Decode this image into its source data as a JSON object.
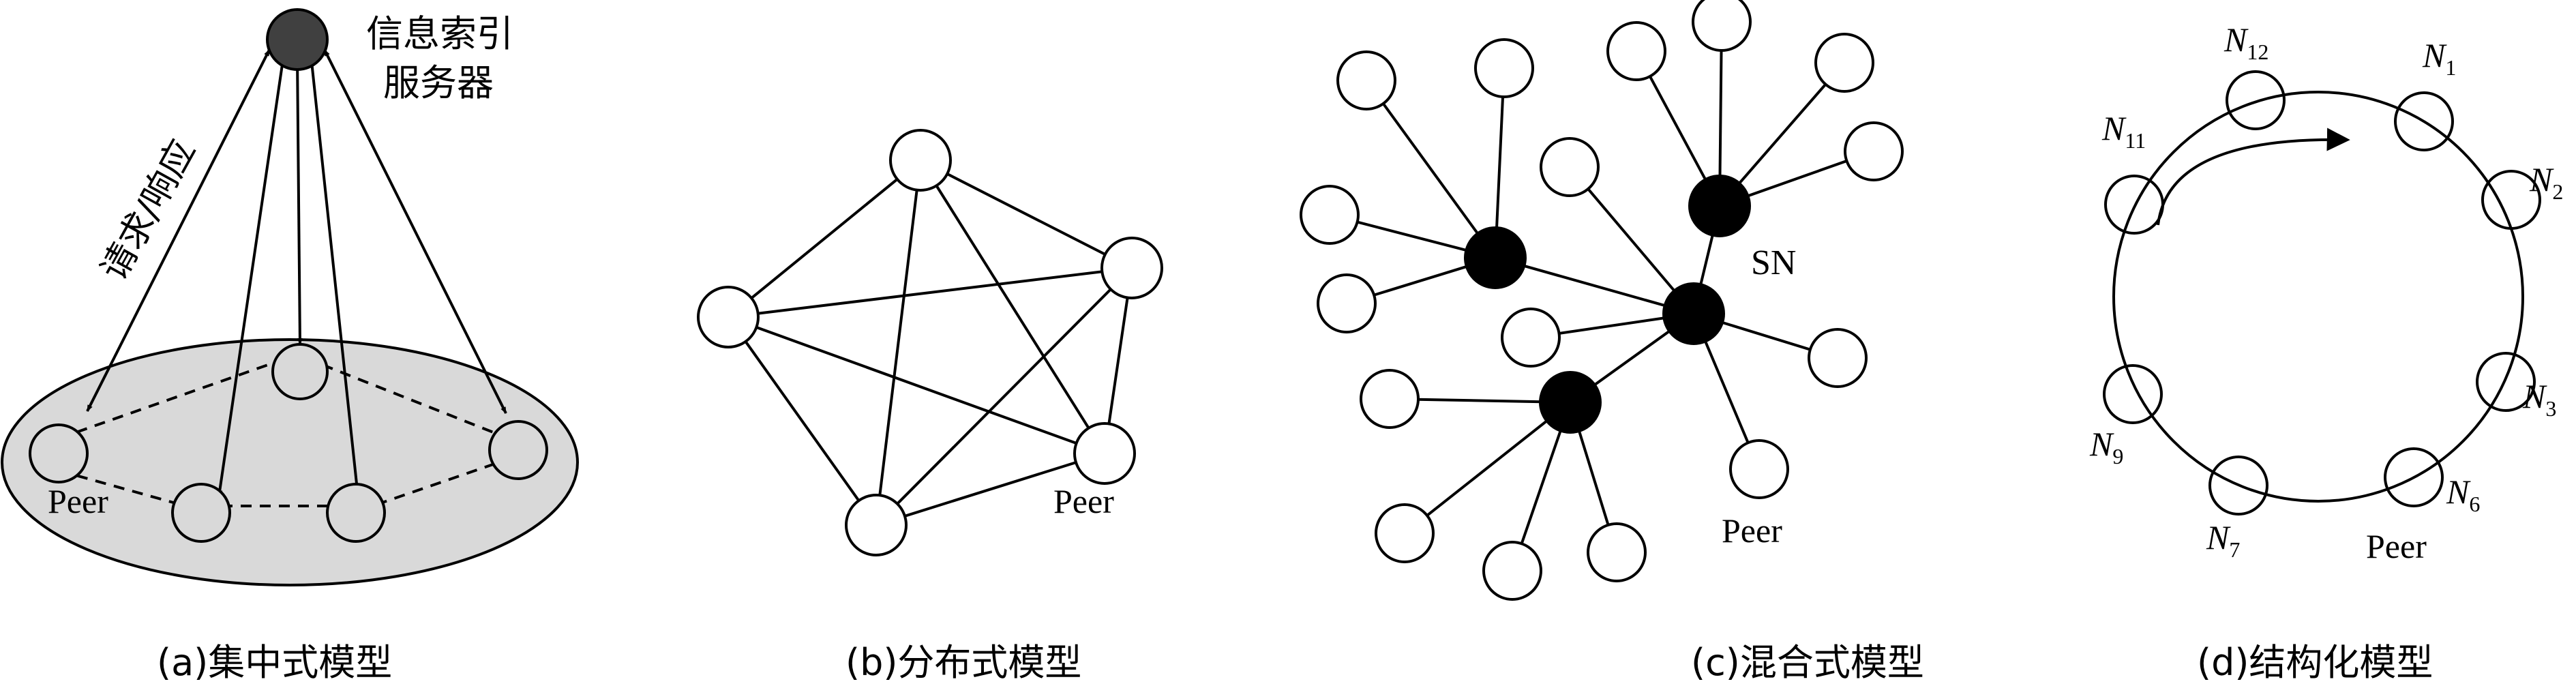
{
  "figure": {
    "panel_a": {
      "server_label_line1": "信息索引",
      "server_label_line2": "服务器",
      "edge_label": "请求/响应",
      "peer_label": "Peer",
      "caption": "(a)集中式模型"
    },
    "panel_b": {
      "peer_label": "Peer",
      "caption": "(b)分布式模型"
    },
    "panel_c": {
      "sn_label": "SN",
      "peer_label": "Peer",
      "caption": "(c)混合式模型"
    },
    "panel_d": {
      "nodes": [
        {
          "letter": "N",
          "sub": "12"
        },
        {
          "letter": "N",
          "sub": "1"
        },
        {
          "letter": "N",
          "sub": "11"
        },
        {
          "letter": "N",
          "sub": "2"
        },
        {
          "letter": "N",
          "sub": "3"
        },
        {
          "letter": "N",
          "sub": "9"
        },
        {
          "letter": "N",
          "sub": "6"
        },
        {
          "letter": "N",
          "sub": "7"
        }
      ],
      "peer_label": "Peer",
      "caption": "(d)结构化模型"
    }
  }
}
